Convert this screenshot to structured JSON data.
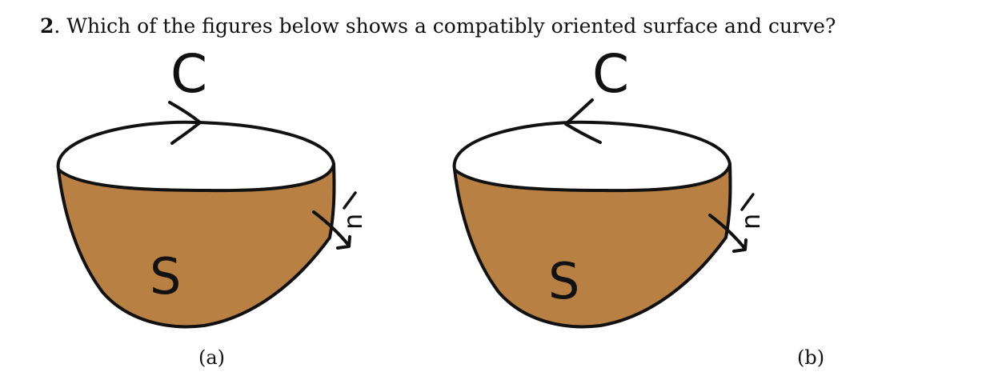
{
  "question": {
    "number": "2",
    "separator": ".",
    "text": " Which of the figures below shows a compatibly oriented surface and curve?"
  },
  "figures": [
    {
      "id": "a",
      "caption": "(a)",
      "curve_label": "C",
      "surface_label": "S",
      "normal_label": "n",
      "curve_orientation": "clockwise-arrow-pointing-right",
      "surface_color": "#b98044"
    },
    {
      "id": "b",
      "caption": "(b)",
      "curve_label": "C",
      "surface_label": "S",
      "normal_label": "n",
      "curve_orientation": "counterclockwise-arrow-pointing-left",
      "surface_color": "#b98044"
    }
  ]
}
